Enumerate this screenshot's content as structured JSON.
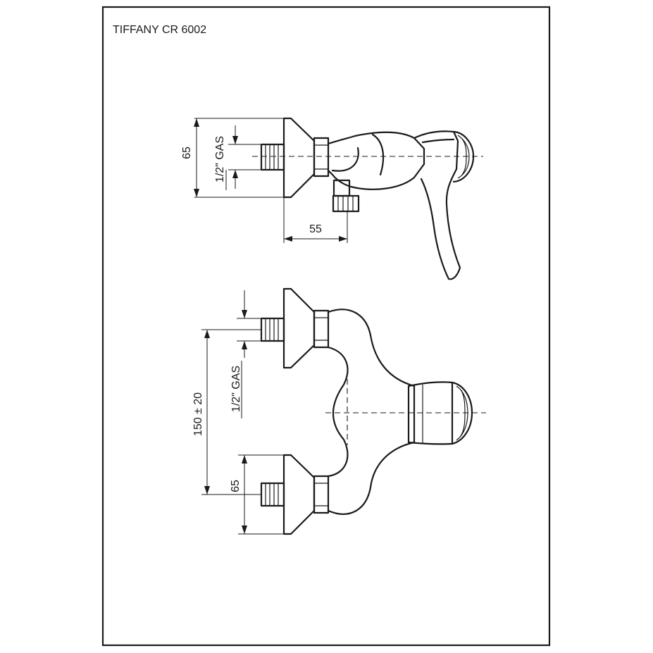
{
  "title": "TIFFANY CR 6002",
  "side_view": {
    "dim_height": "65",
    "dim_thread": "1/2\" GAS",
    "dim_depth": "55"
  },
  "front_view": {
    "dim_thread": "1/2\" GAS",
    "dim_center": "150 ± 20",
    "dim_height": "65"
  },
  "colors": {
    "line": "#1a1a1a",
    "background": "#ffffff"
  }
}
